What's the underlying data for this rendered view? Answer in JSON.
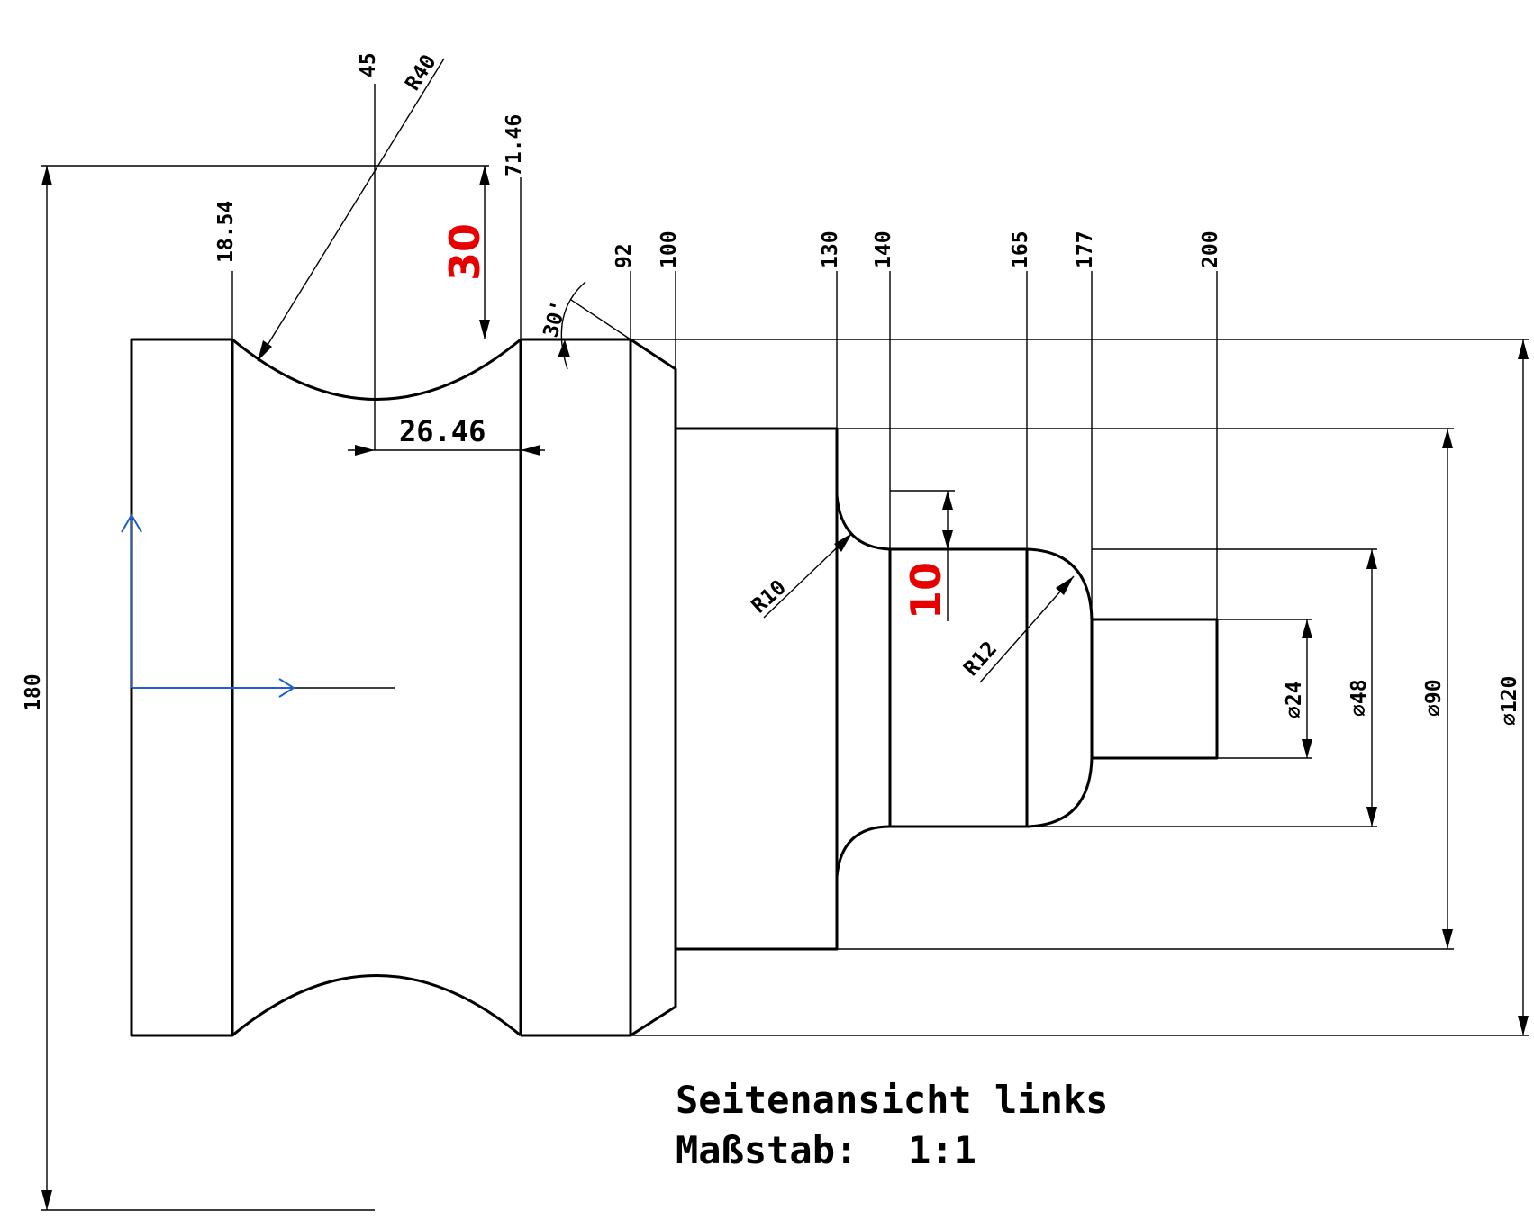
{
  "drawing": {
    "view_title": "Seitenansicht links",
    "scale_label": "Maßstab:",
    "scale_value": "1:1",
    "dims": {
      "x_18_54": "18.54",
      "x_45": "45",
      "r_40": "R40",
      "x_71_46": "71.46",
      "x_92": "92",
      "x_100": "100",
      "x_130": "130",
      "x_140": "140",
      "x_165": "165",
      "x_177": "177",
      "x_200": "200",
      "angle_30": "30'",
      "depth_30": "30",
      "width_26_46": "26.46",
      "height_180": "180",
      "r_10": "R10",
      "r_12": "R12",
      "step_10": "10",
      "dia_24": "⌀24",
      "dia_48": "⌀48",
      "dia_90": "⌀90",
      "dia_120": "⌀120"
    }
  }
}
